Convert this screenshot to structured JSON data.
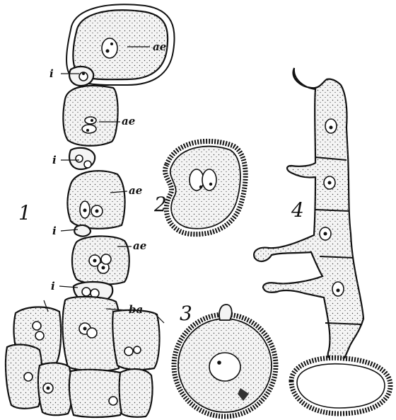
{
  "figure": {
    "labels": {
      "ae": "ae",
      "i": "i",
      "ba": "ba"
    },
    "numbers": {
      "fig1": "1",
      "fig2": "2",
      "fig3": "3",
      "fig4": "4"
    },
    "colors": {
      "ink": "#111111",
      "cytoplasm": "#f4f4f4",
      "background": "#ffffff"
    }
  }
}
